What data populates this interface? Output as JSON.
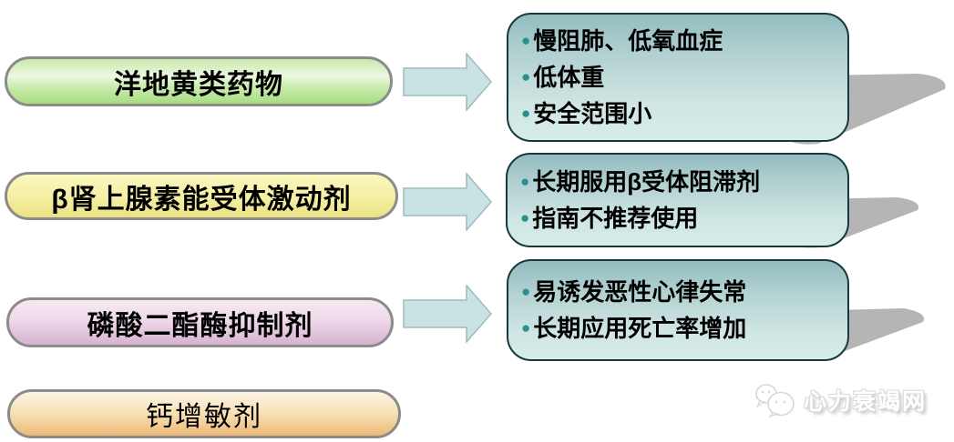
{
  "rows": [
    {
      "pill_label": "洋地黄类药物",
      "bullets": [
        "慢阻肺、低氧血症",
        "低体重",
        "安全范围小"
      ]
    },
    {
      "pill_label": "β肾上腺素能受体激动剂",
      "bullets": [
        "长期服用β受体阻滞剂",
        "指南不推荐使用"
      ]
    },
    {
      "pill_label": "磷酸二酯酶抑制剂",
      "bullets": [
        "易诱发恶性心律失常",
        "长期应用死亡率增加"
      ]
    },
    {
      "pill_label": "钙增敏剂",
      "bullets": []
    }
  ],
  "bullet_char": "●",
  "watermark": {
    "label": "心力衰竭网",
    "icon": "wechat-chat-bubbles-icon"
  },
  "colors": {
    "pill_green_top": "#c8e8ac",
    "pill_green_bottom": "#a9dd82",
    "pill_yellow_top": "#faf7c0",
    "pill_yellow_bottom": "#ebe382",
    "pill_pink_top": "#f6eaf2",
    "pill_pink_bottom": "#d7b2d0",
    "pill_orange_top": "#fdf5e5",
    "pill_orange_bottom": "#eeb976",
    "pill_border": "#8b8b8b",
    "teal_box_top": "#93bcbf",
    "teal_box_bottom": "#d8ece8",
    "teal_box_border": "#17393d",
    "arrow_fill": "#c9e2e4",
    "arrow_border": "#9dbcbe",
    "bullet_dot": "#2a8f92",
    "shadow": "#b5b5b5"
  }
}
